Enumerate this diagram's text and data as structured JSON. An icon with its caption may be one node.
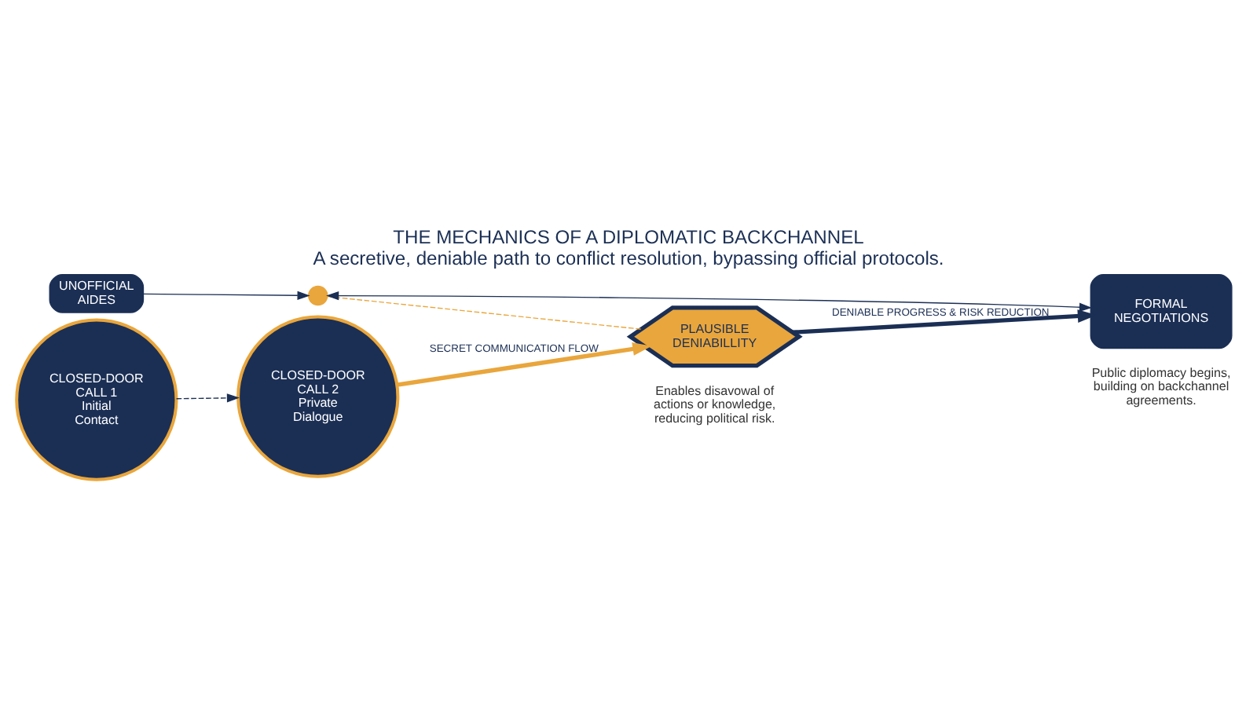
{
  "diagram": {
    "title": "THE MECHANICS OF A DIPLOMATIC BACKCHANNEL",
    "caption": "A secretive, deniable path to conflict resolution, bypassing official protocols.",
    "nodes": [
      {
        "text": [
          "UNOFFICIAL AIDES"
        ]
      },
      {
        "text": [
          "CLOSED-DOOR CALL 1",
          "Initial Contact"
        ]
      },
      {
        "text": [
          "CLOSED-DOOR CALL 2",
          "Private Dialogue"
        ]
      },
      {
        "text": [
          "PLAUSIBLE DENIABILLITY"
        ],
        "beside": [
          "Enables disavowal of actions or knowledge, reducing political risk."
        ]
      },
      {
        "text": [
          "FORMAL NEGOTIATIONS"
        ],
        "beside": [
          "Public diplomacy begins, building on backchannel agreements."
        ]
      },
      {
        "text": [],
        "shape": "circle"
      }
    ],
    "edges": [
      {
        "from": 0,
        "to": 5,
        "arrow": "to"
      },
      {
        "from": 5,
        "to": 4,
        "arrow": "both"
      },
      {
        "from": 5,
        "to": 3,
        "arrow": "none",
        "style": "dashed",
        "color": "#e9a63c"
      },
      {
        "from": 1,
        "to": 2,
        "arrow": "to",
        "style": "dashed"
      },
      {
        "from": 2,
        "to": 3,
        "label": "SECRET COMMUNICATION FLOW",
        "arrow": "to",
        "style": "thick",
        "color": "#e9a63c"
      },
      {
        "from": 3,
        "to": 4,
        "label": "DENIABLE PROGRESS & RISK REDUCTION",
        "arrow": "to",
        "style": "thick"
      }
    ]
  }
}
